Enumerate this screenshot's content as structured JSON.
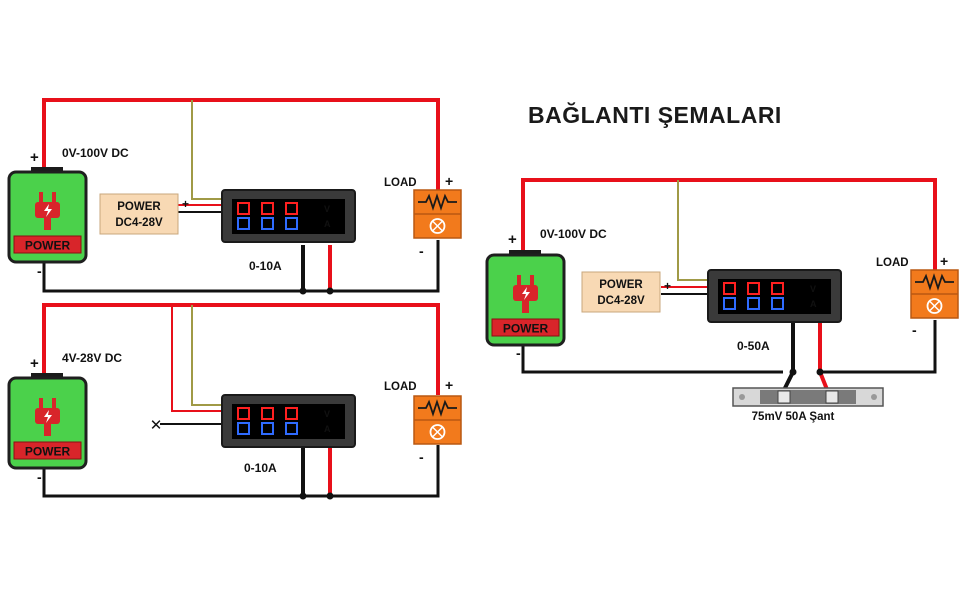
{
  "title": "BAĞLANTI ŞEMALARI",
  "colors": {
    "wire_red": "#e8101a",
    "wire_black": "#111111",
    "wire_olive": "#a09a46",
    "battery_green": "#4bd14b",
    "battery_red": "#d8252a",
    "load_orange": "#f27a1c",
    "power_box": "#f8d9b4",
    "meter_body": "#3a3a3a",
    "display_bg": "#000000",
    "digit_red": "#ff2020",
    "digit_blue": "#2f6bff"
  },
  "diagrams": [
    {
      "battery_label": "POWER",
      "battery_plus": "+",
      "battery_minus": "-",
      "voltage_range": "0V-100V DC",
      "power_line1": "POWER",
      "power_line2": "DC4-28V",
      "power_plus": "+",
      "meter_v": "V",
      "meter_a": "A",
      "current_range": "0-10A",
      "load_label": "LOAD",
      "load_plus": "+",
      "load_minus": "-"
    },
    {
      "battery_label": "POWER",
      "battery_plus": "+",
      "battery_minus": "-",
      "voltage_range": "4V-28V DC",
      "cut_mark": "✕",
      "meter_v": "V",
      "meter_a": "A",
      "current_range": "0-10A",
      "load_label": "LOAD",
      "load_plus": "+",
      "load_minus": "-"
    },
    {
      "battery_label": "POWER",
      "battery_plus": "+",
      "battery_minus": "-",
      "voltage_range": "0V-100V DC",
      "power_line1": "POWER",
      "power_line2": "DC4-28V",
      "power_plus": "+",
      "meter_v": "V",
      "meter_a": "A",
      "current_range": "0-50A",
      "load_label": "LOAD",
      "load_plus": "+",
      "load_minus": "-",
      "shunt_label": "75mV 50A Şant"
    }
  ]
}
